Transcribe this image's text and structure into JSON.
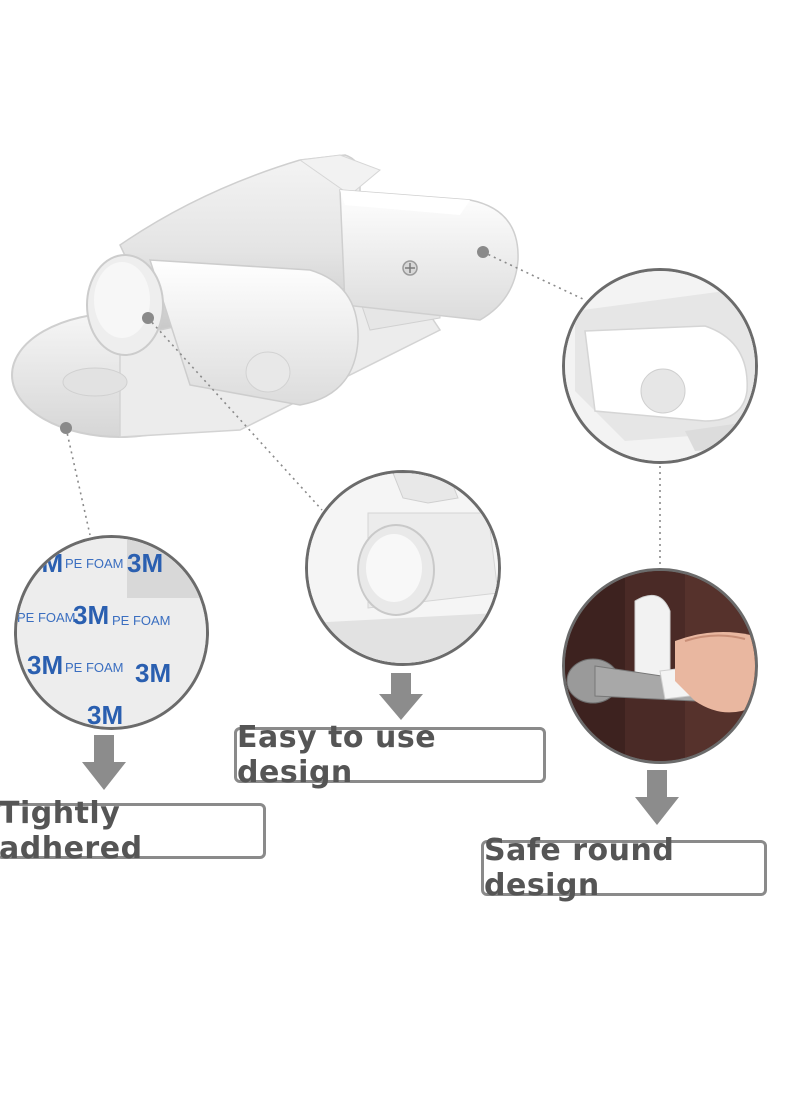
{
  "callouts": {
    "left": "Tightly adhered",
    "middle": "Easy to use design",
    "right": "Safe round design"
  },
  "foam": {
    "brand": "3M",
    "material": "PE FOAM"
  },
  "colors": {
    "arrow": "#8c8c8c",
    "border": "#6b6b6b",
    "foam_text": "#2a5fb0",
    "door": "#4a2a26"
  }
}
